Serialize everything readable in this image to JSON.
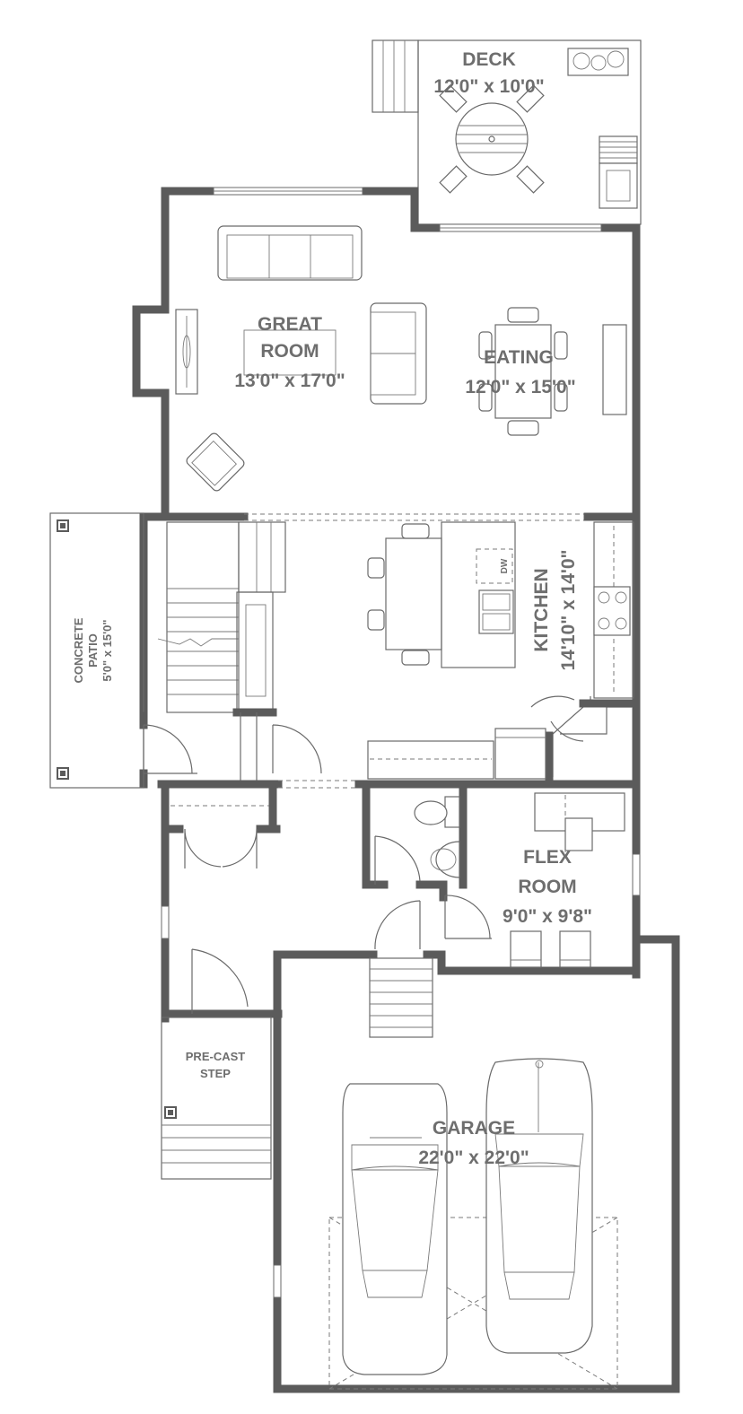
{
  "rooms": {
    "deck": {
      "name": "DECK",
      "dims": "12'0\" x 10'0\""
    },
    "great_room": {
      "name_line1": "GREAT",
      "name_line2": "ROOM",
      "dims": "13'0\" x 17'0\""
    },
    "eating": {
      "name": "EATING",
      "dims": "12'0\" x 15'0\""
    },
    "kitchen": {
      "name": "KITCHEN",
      "dims": "14'10\" x 14'0\"",
      "dw": "DW"
    },
    "concrete_patio": {
      "name_line1": "CONCRETE",
      "name_line2": "PATIO",
      "dims": "5'0\" x 15'0\""
    },
    "flex_room": {
      "name_line1": "FLEX",
      "name_line2": "ROOM",
      "dims": "9'0\" x 9'8\""
    },
    "pre_cast_step": {
      "name_line1": "PRE-CAST",
      "name_line2": "STEP"
    },
    "garage": {
      "name": "GARAGE",
      "dims": "22'0\" x 22'0\""
    }
  },
  "colors": {
    "wall": "#5b5b5b",
    "line": "#6a6a6a",
    "text": "#6e6e6e"
  }
}
